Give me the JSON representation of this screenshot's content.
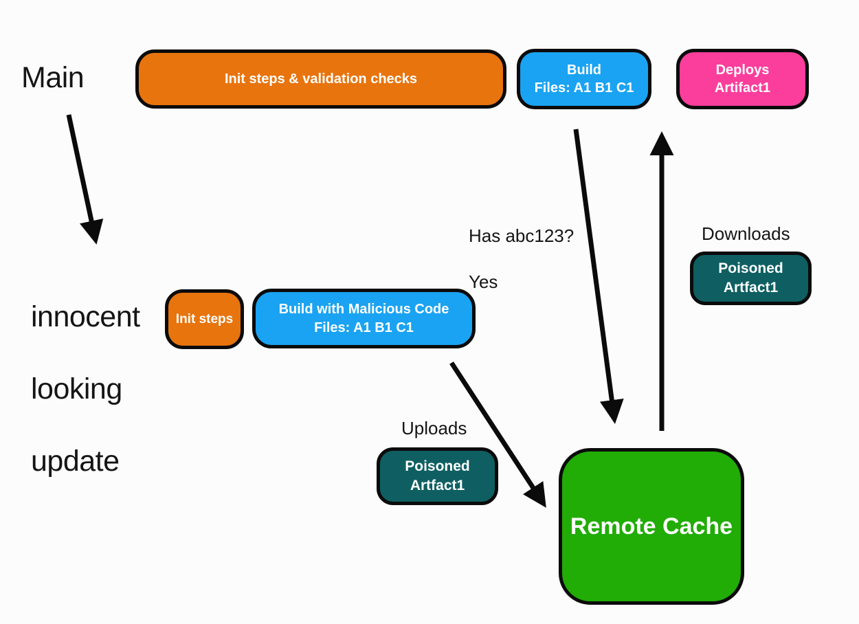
{
  "colors": {
    "orange": "#E8740D",
    "blue": "#1AA3F2",
    "pink": "#FB3E9C",
    "teal": "#0F5F62",
    "green": "#21AC06",
    "ink": "#0B0B0B",
    "background": "#FCFCFC"
  },
  "labels": {
    "main_branch": "Main",
    "update_branch": {
      "line1": "innocent",
      "line2": "looking",
      "line3": "update"
    },
    "has_hash": {
      "line1": "Has abc123?",
      "line2": "Yes"
    },
    "downloads": "Downloads",
    "uploads": "Uploads"
  },
  "nodes": {
    "init_validation": {
      "line1": "Init steps & validation checks"
    },
    "build_main": {
      "line1": "Build",
      "line2": "Files: A1 B1 C1"
    },
    "deploys": {
      "line1": "Deploys",
      "line2": "Artifact1"
    },
    "init_steps": {
      "line1": "Init steps"
    },
    "build_malicious": {
      "line1": "Build with Malicious Code",
      "line2": "Files: A1 B1 C1"
    },
    "poisoned_download": {
      "line1": "Poisoned",
      "line2": "Artfact1"
    },
    "poisoned_upload": {
      "line1": "Poisoned",
      "line2": "Artfact1"
    },
    "remote_cache": {
      "line1": "Remote Cache"
    }
  },
  "arrows": [
    {
      "name": "main-to-update"
    },
    {
      "name": "build-to-remote-cache"
    },
    {
      "name": "remote-cache-to-deploys"
    },
    {
      "name": "malicious-build-to-remote-cache"
    }
  ]
}
